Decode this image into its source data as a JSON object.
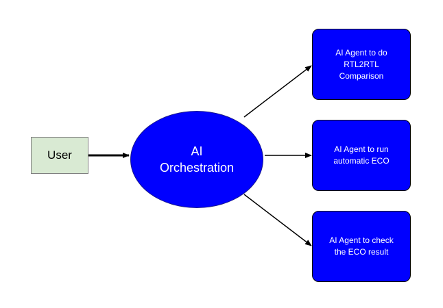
{
  "nodes": {
    "user": "User",
    "orchestration": "AI\nOrchestration",
    "agents": [
      "AI Agent to do\nRTL2RTL\nComparison",
      "AI Agent to run\nautomatic ECO",
      "AI Agent to check\nthe ECO result"
    ]
  },
  "colors": {
    "user_fill": "#d9ead3",
    "shape_fill": "#0000ff",
    "shape_text": "#ffffff",
    "edge": "#000000"
  }
}
